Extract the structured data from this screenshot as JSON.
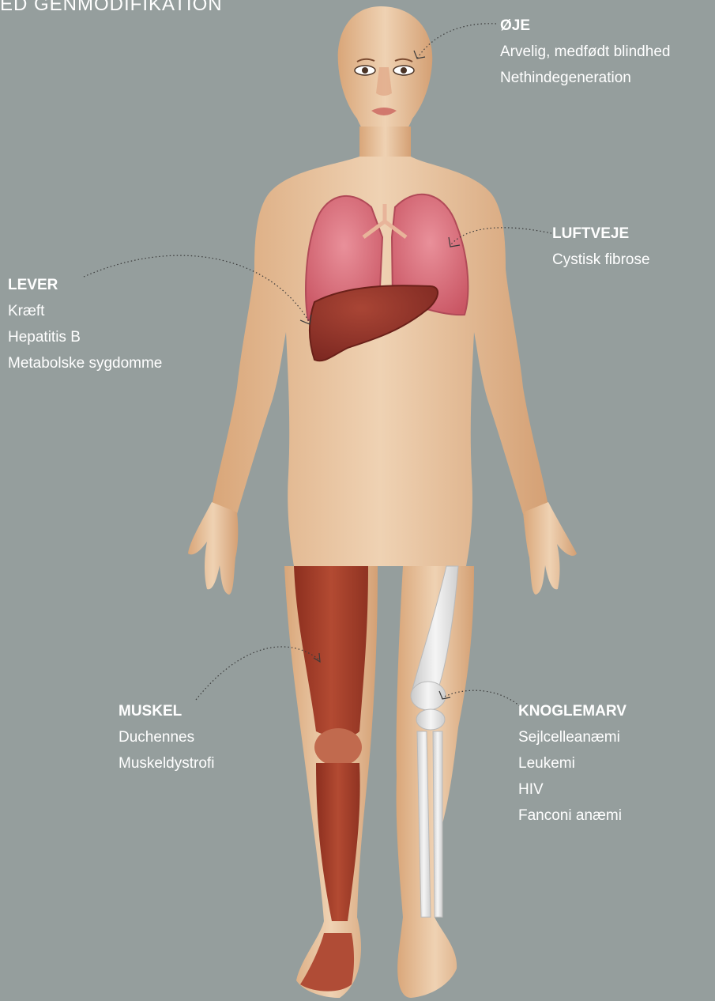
{
  "title": "ED GENMODIFIKATION",
  "organs": {
    "eye": {
      "name": "ØJE",
      "diseases": [
        "Arvelig, medfødt blindhed",
        "Nethindegeneration"
      ]
    },
    "airways": {
      "name": "LUFTVEJE",
      "diseases": [
        "Cystisk fibrose"
      ]
    },
    "liver": {
      "name": "LEVER",
      "diseases": [
        "Kræft",
        "Hepatitis B",
        "Metabolske sygdomme"
      ]
    },
    "muscle": {
      "name": "MUSKEL",
      "diseases": [
        "Duchennes",
        "Muskeldystrofi"
      ]
    },
    "marrow": {
      "name": "KNOGLEMARV",
      "diseases": [
        "Sejlcelleanæmi",
        "Leukemi",
        "HIV",
        "Fanconi anæmi"
      ]
    }
  },
  "colors": {
    "background": "#959e9d",
    "skin": "#e8c4a0",
    "lung": "#d9707a",
    "liver": "#8e2f27",
    "muscle": "#a8402c",
    "bone": "#e2e2e2"
  }
}
